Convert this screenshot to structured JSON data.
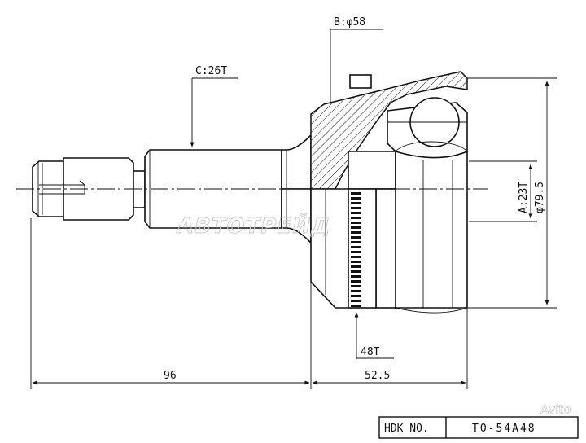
{
  "labels": {
    "b_dia": "B:φ58",
    "c_spline": "C:26T",
    "a_spline": "A:23T",
    "outer_dia": "φ79.5",
    "abs_teeth": "48T",
    "dim_left": "96",
    "dim_right": "52.5"
  },
  "title_block": {
    "label": "HDK NO.",
    "part_no": "TO-54A48"
  },
  "watermarks": {
    "center": "АВТОТРЕЙД",
    "corner": "Avito"
  }
}
